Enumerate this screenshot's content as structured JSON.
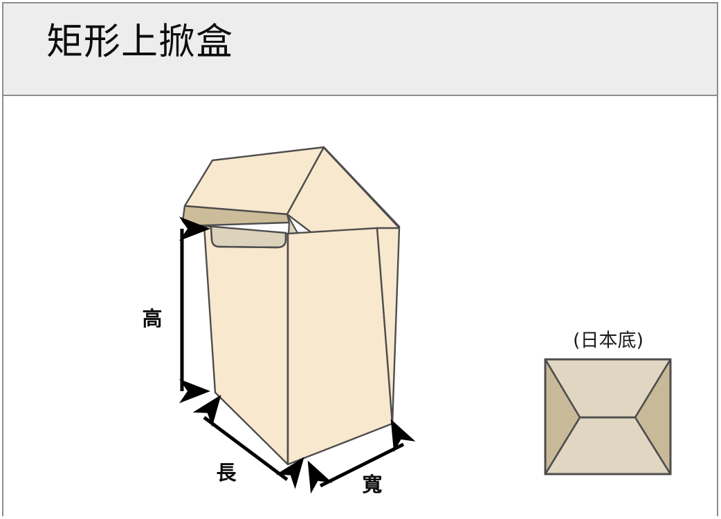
{
  "header": {
    "title": "矩形上掀盒"
  },
  "diagram": {
    "name": "rectangular-top-flip-box-diagram",
    "dimension_labels": {
      "height": "高",
      "length": "長",
      "width": "寬"
    },
    "bottom_style_label": "(日本底)",
    "colors": {
      "panel_light": "#f8e8ce",
      "panel_mid": "#ddd2bc",
      "panel_dark": "#ccbc9a",
      "bottom_flap_light": "#e0d6c2",
      "bottom_flap_dark": "#c8b999",
      "outline": "#4d4d4d",
      "arrow": "#000000",
      "header_bg": "#ededed",
      "frame_border": "#8c8c8c",
      "text": "#0d0d0d"
    }
  }
}
